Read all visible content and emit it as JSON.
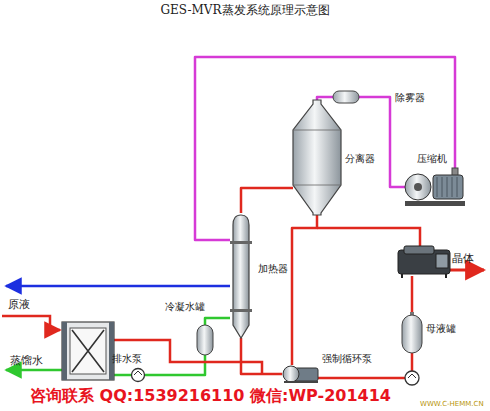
{
  "diagram": {
    "title": "GES-MVR蒸发系统原理示意图",
    "nodes": [
      {
        "text": [
          "除雾器"
        ]
      },
      {
        "text": [
          "分离器"
        ]
      },
      {
        "text": [
          "压缩机"
        ]
      },
      {
        "text": [
          "加热器"
        ]
      },
      {
        "text": [
          "冷凝水罐"
        ]
      },
      {
        "text": [
          "排水泵"
        ]
      },
      {
        "text": [
          "强制循环泵"
        ]
      },
      {
        "text": [
          "母液罐"
        ]
      }
    ],
    "edges": [
      {
        "from": 1,
        "to": 0,
        "arrow": "none"
      },
      {
        "from": 0,
        "to": 2,
        "arrow": "none"
      },
      {
        "from": 2,
        "to": 3,
        "arrow": "none"
      },
      {
        "from": 3,
        "to": 1,
        "arrow": "none"
      },
      {
        "from": 1,
        "to": 6,
        "arrow": "none"
      },
      {
        "from": 6,
        "to": 3,
        "arrow": "none"
      },
      {
        "from": 3,
        "to": 4,
        "arrow": "none"
      },
      {
        "from": 4,
        "to": 5,
        "arrow": "none"
      },
      {
        "from": 7,
        "to": 6,
        "arrow": "none"
      }
    ],
    "labels": [
      "原液",
      "蒸馏水",
      "晶体",
      "咨询联系 QQ:1539216110 微信:WP-201414",
      "WWW.C-HEMM.CN"
    ]
  }
}
